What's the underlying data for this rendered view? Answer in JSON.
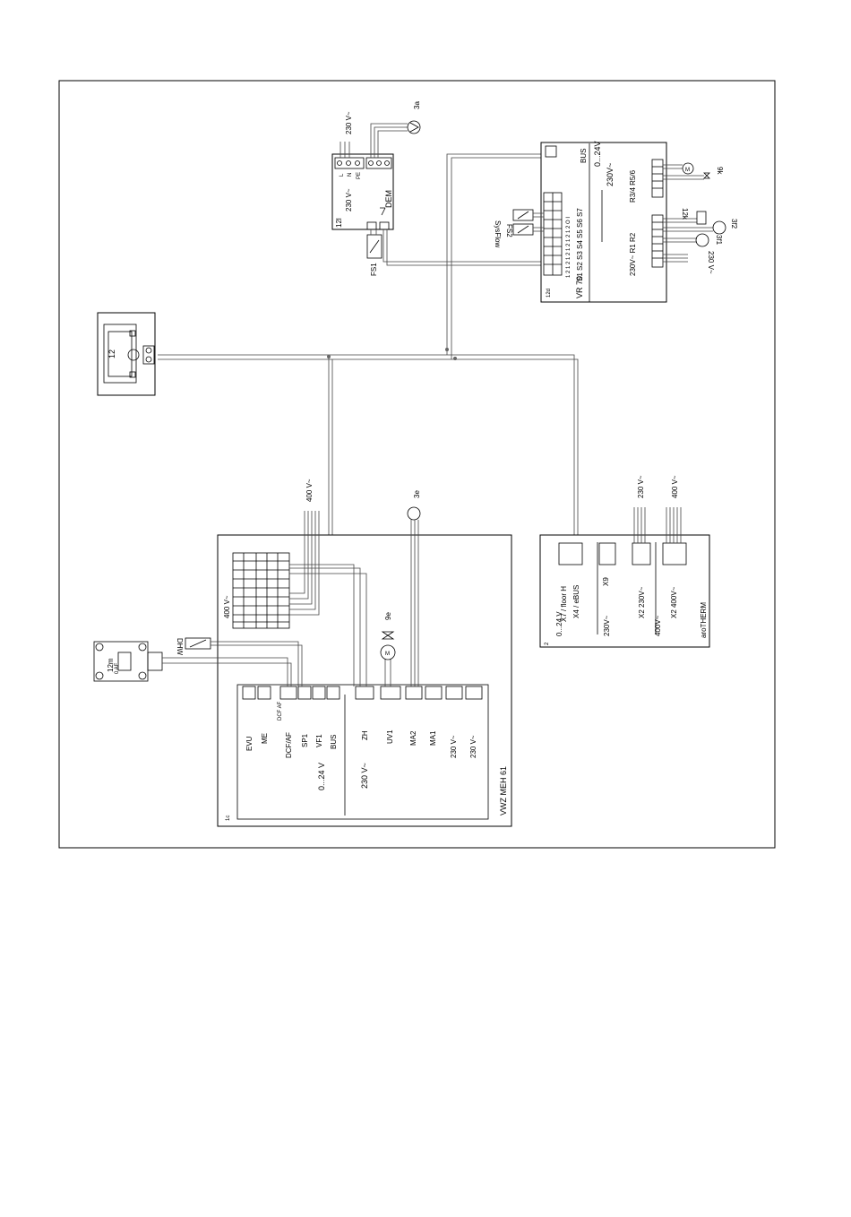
{
  "meh61": {
    "id": "1c",
    "name": "VWZ MEH 61",
    "low_voltage": "0...24 V",
    "line_voltage": "230 V~",
    "terminals_low": [
      "EVU",
      "ME",
      "DCF/AF",
      "SP1",
      "VF1",
      "BUS"
    ],
    "terminals_high": [
      "ZH",
      "UV1",
      "MA2",
      "MA1",
      "230 V~",
      "230 V~"
    ],
    "dcf_sub": "DCF AF"
  },
  "terminal_block": {
    "voltage": "400 V~",
    "supply": "400 V~"
  },
  "sensors": {
    "dhw": "DHW",
    "outdoor": "12m",
    "outdoor_sub": "0 AF"
  },
  "valves_pumps": {
    "valve_9e": "9e",
    "pump_3e": "3e",
    "pump_3a": "3a",
    "valve_9k": "9k",
    "pump_3f2": "3f2",
    "pump_3f1": "3f1"
  },
  "controller_12": {
    "id": "12"
  },
  "module_12l": {
    "id": "12l",
    "voltage": "230 V~",
    "supply": "230 V~",
    "dem": "DEM",
    "fs1": "FS1",
    "lnpe": [
      "L",
      "N",
      "PE"
    ]
  },
  "vr70": {
    "id": "12d",
    "name": "VR 70",
    "bus": "BUS",
    "low_voltage": "0...24V",
    "line_voltage": "230V~",
    "sensor_row": "S1 S2 S3 S4 S5 S6 S7",
    "sensor_pins": "1 2  1 2  1 2  1 2  1 2  1 2  O I",
    "relays_a": "R3/4  R5/6",
    "relays_b": "230V~  R1 R2",
    "fs2": "FS2",
    "sysflow": "SysFlow",
    "t12k": "12k",
    "supply": "230 V~"
  },
  "arotherm": {
    "id": "2",
    "name": "aroTHERM",
    "low": "0...24 V",
    "mid": "230V~",
    "high": "400V~",
    "x7": "X7 / floor H",
    "x4": "X4 / eBUS",
    "x9": "X9",
    "x2a": "X2  230V~",
    "x2b": "X2  400V~",
    "supply_230": "230 V~",
    "supply_400": "400 V~"
  }
}
